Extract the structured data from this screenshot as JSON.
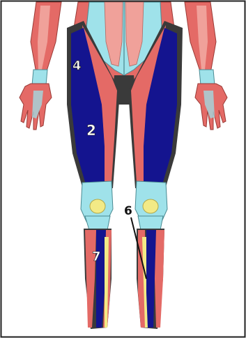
{
  "labels": {
    "quadriceps_upper": "4",
    "quadriceps_main": "2",
    "shin_pointer": "6",
    "lower_leg": "7"
  },
  "colors": {
    "muscle_red": "#e46a66",
    "muscle_light": "#f0a19a",
    "highlight_blue": "#14148f",
    "tendon_cyan": "#9fe2ea",
    "bone_yellow": "#f2ea86",
    "outline_dark": "#3a3a3a",
    "frame_border": "#222222"
  }
}
